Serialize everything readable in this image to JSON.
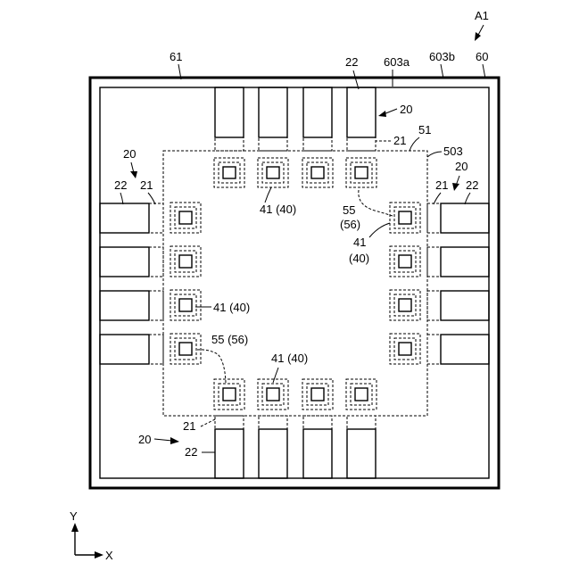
{
  "title_ref": "A1",
  "labels": {
    "package": "60",
    "outer_edge": "603b",
    "inner_edge": "603a",
    "resin": "61",
    "die_region": "51",
    "die_edge": "503",
    "terminal": "20",
    "terminal_body": "22",
    "terminal_end": "21",
    "pad": "41 (40)",
    "bump_top": "55",
    "bump_bottom": "(56)",
    "pad_top": "41",
    "pad_bottom": "(40)",
    "bump_inline": "55 (56)"
  },
  "axes": {
    "y": "Y",
    "x": "X"
  }
}
